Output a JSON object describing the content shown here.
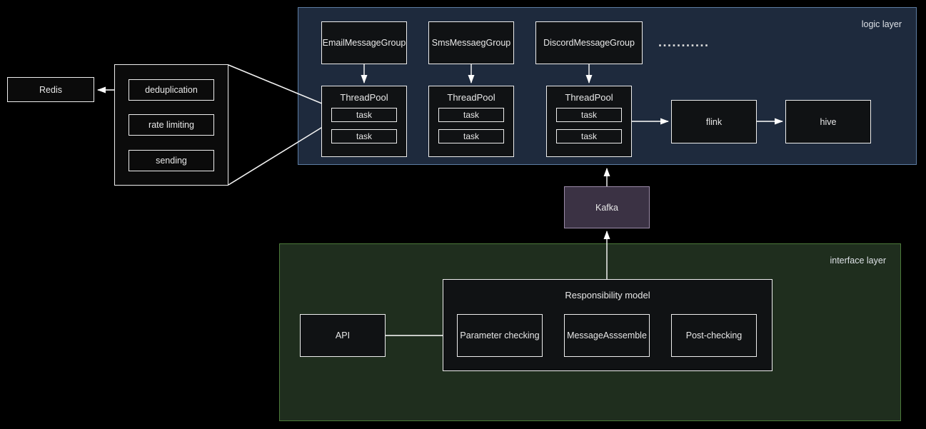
{
  "colors": {
    "page_bg": "#000000",
    "logic_layer_bg": "#1e2a3d",
    "logic_layer_border": "#5d7da3",
    "interface_layer_bg": "#1f2e1e",
    "interface_layer_border": "#4c7a3a",
    "node_bg": "#101214",
    "node_border": "#eeeeee",
    "kafka_bg": "#3b3244",
    "kafka_border": "#9b8aa8",
    "text": "#e8e8e8",
    "arrow": "#ffffff"
  },
  "layers": {
    "logic": {
      "label": "logic layer"
    },
    "interface": {
      "label": "interface layer"
    }
  },
  "nodes": {
    "redis": {
      "label": "Redis"
    },
    "deduplication": {
      "label": "deduplication"
    },
    "rate_limiting": {
      "label": "rate limiting"
    },
    "sending": {
      "label": "sending"
    },
    "email_message_group": {
      "label": "EmailMessageGroup"
    },
    "sms_message_group": {
      "label": "SmsMessaegGroup"
    },
    "discord_message_group": {
      "label": "DiscordMessageGroup"
    },
    "thread_pool": {
      "label": "ThreadPool"
    },
    "task": {
      "label": "task"
    },
    "ellipsis": {
      "label": "..........."
    },
    "flink": {
      "label": "flink"
    },
    "hive": {
      "label": "hive"
    },
    "kafka": {
      "label": "Kafka"
    },
    "api": {
      "label": "API"
    },
    "responsibility_model": {
      "label": "Responsibility model"
    },
    "parameter_checking": {
      "label": "Parameter checking"
    },
    "message_assemble": {
      "label": "MessageAsssemble"
    },
    "post_checking": {
      "label": "Post-checking"
    }
  }
}
